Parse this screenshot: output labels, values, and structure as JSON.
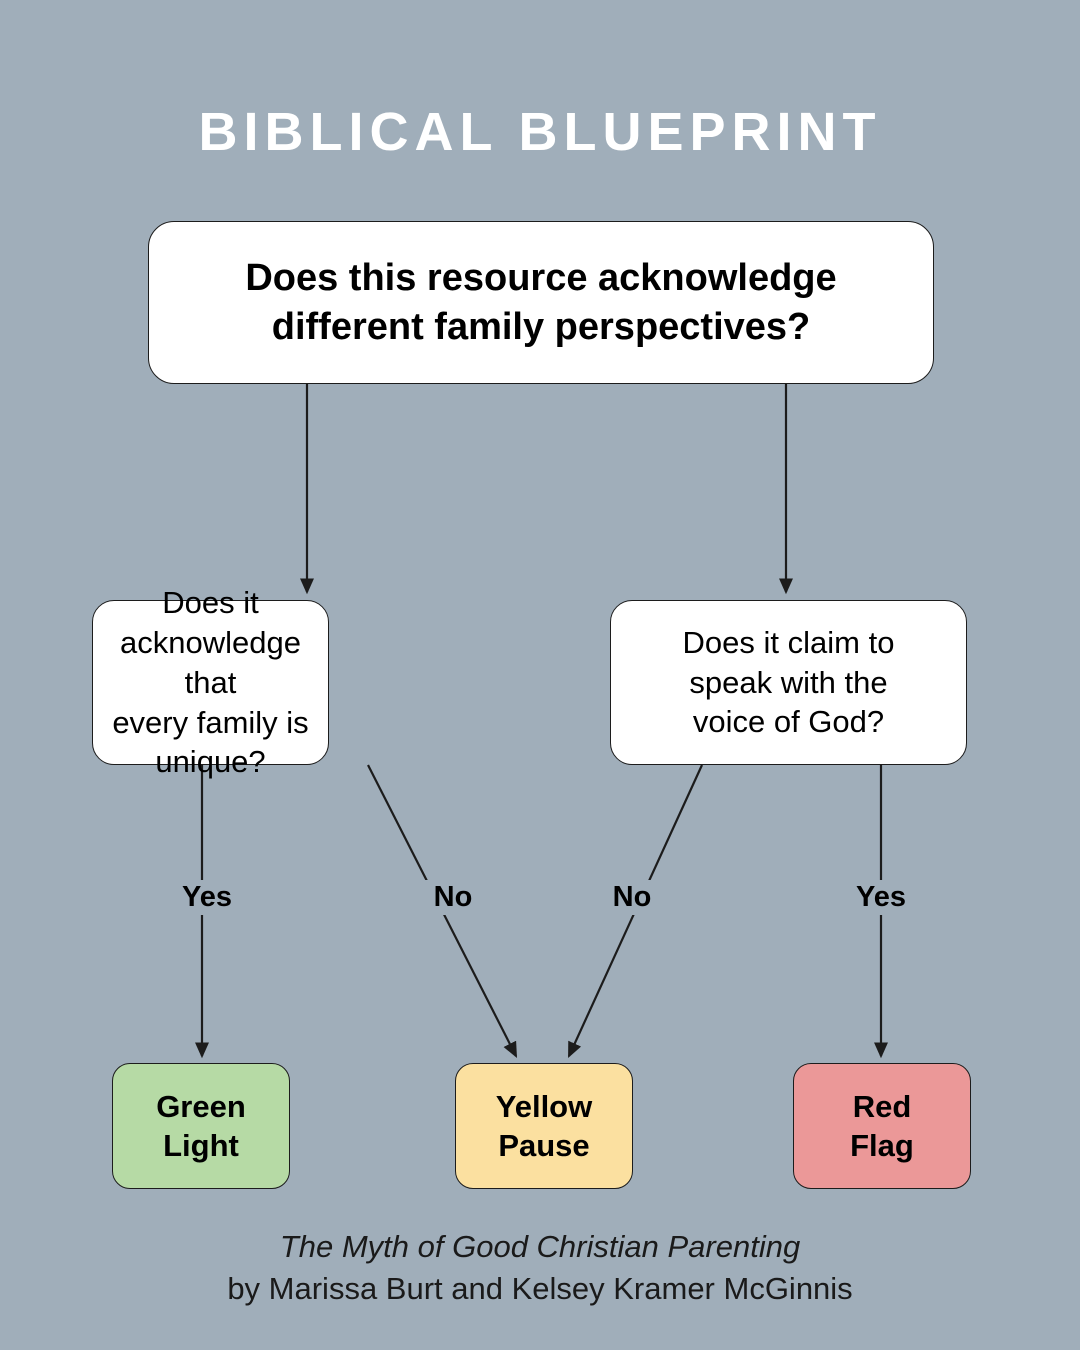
{
  "title": "BIBLICAL BLUEPRINT",
  "colors": {
    "background": "#a0aeba",
    "title_text": "#ffffff",
    "node_fill": "#ffffff",
    "node_stroke": "#1c1c1c",
    "green": "#b6daa5",
    "yellow": "#fbe0a0",
    "red": "#eb9898",
    "edge_stroke": "#1c1c1c",
    "text": "#000000"
  },
  "chart_data": {
    "type": "diagram",
    "diagram_type": "decision-flowchart",
    "title": "BIBLICAL BLUEPRINT",
    "nodes": [
      {
        "id": "root",
        "label": "Does this resource acknowledge\ndifferent family perspectives?",
        "shape": "rounded-rect",
        "fill": "#ffffff",
        "level": 0
      },
      {
        "id": "unique",
        "label": "Does it\nacknowledge that\nevery family is unique?",
        "shape": "rounded-rect",
        "fill": "#ffffff",
        "level": 1
      },
      {
        "id": "voice",
        "label": "Does it claim to\nspeak with the\nvoice of God?",
        "shape": "rounded-rect",
        "fill": "#ffffff",
        "level": 1
      },
      {
        "id": "green",
        "label": "Green\nLight",
        "shape": "rounded-rect",
        "fill": "#b6daa5",
        "level": 2
      },
      {
        "id": "yellow",
        "label": "Yellow\nPause",
        "shape": "rounded-rect",
        "fill": "#fbe0a0",
        "level": 2
      },
      {
        "id": "red",
        "label": "Red\nFlag",
        "shape": "rounded-rect",
        "fill": "#eb9898",
        "level": 2
      }
    ],
    "edges": [
      {
        "from": "root",
        "to": "unique",
        "label": ""
      },
      {
        "from": "root",
        "to": "voice",
        "label": ""
      },
      {
        "from": "unique",
        "to": "green",
        "label": "Yes"
      },
      {
        "from": "unique",
        "to": "yellow",
        "label": "No"
      },
      {
        "from": "voice",
        "to": "yellow",
        "label": "No"
      },
      {
        "from": "voice",
        "to": "red",
        "label": "Yes"
      }
    ]
  },
  "nodes": {
    "root": {
      "line1": "Does this resource acknowledge",
      "line2": "different family perspectives?",
      "text": "Does this resource acknowledge\ndifferent family perspectives?"
    },
    "unique": {
      "text": "Does it\nacknowledge that\nevery family is unique?"
    },
    "voice": {
      "text": "Does it claim to\nspeak with the\nvoice of God?"
    },
    "green": {
      "text": "Green\nLight"
    },
    "yellow": {
      "text": "Yellow\nPause"
    },
    "red": {
      "text": "Red\nFlag"
    }
  },
  "edge_labels": {
    "yes_left": "Yes",
    "no_left": "No",
    "no_right": "No",
    "yes_right": "Yes"
  },
  "footer": {
    "book_title": "The Myth of Good Christian Parenting",
    "authors": "by Marissa Burt and Kelsey Kramer McGinnis"
  }
}
